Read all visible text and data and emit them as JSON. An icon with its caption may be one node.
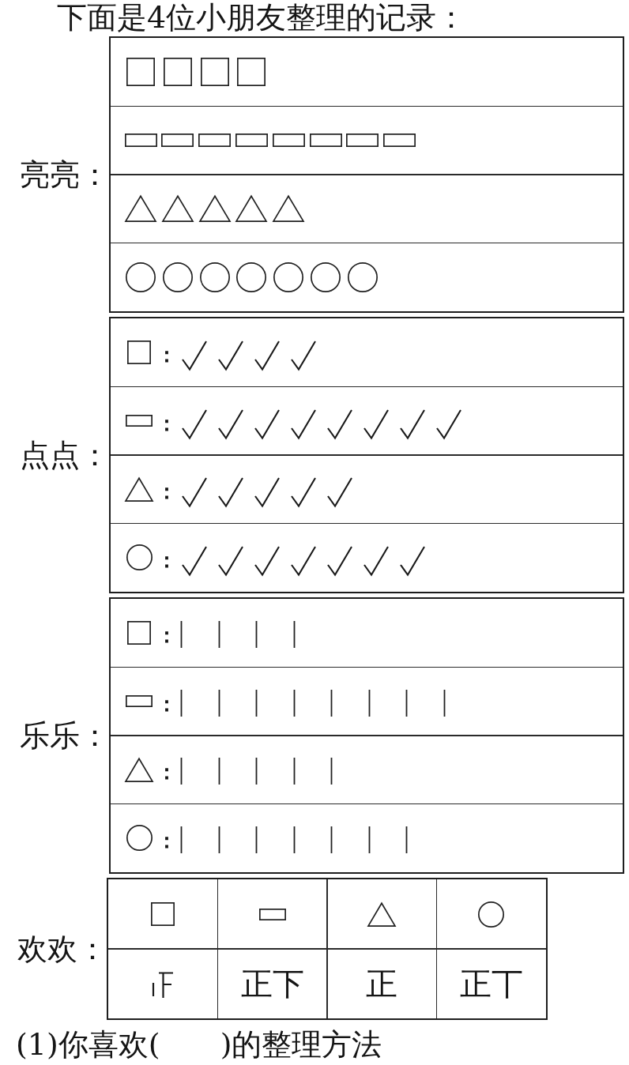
{
  "diagram": {
    "title": "下面是4位小朋友整理的记录：",
    "nodes": [
      {
        "text": [
          "亮亮："
        ]
      },
      {
        "text": [
          "点点："
        ]
      },
      {
        "text": [
          "乐乐："
        ]
      },
      {
        "text": [
          "欢欢："
        ]
      }
    ],
    "labels": [
      "：",
      "：",
      "：",
      "：",
      "：",
      "：",
      "：",
      "：",
      "正下",
      "正",
      "正丅",
      "(1)你喜欢(　　)的整理方法"
    ]
  }
}
